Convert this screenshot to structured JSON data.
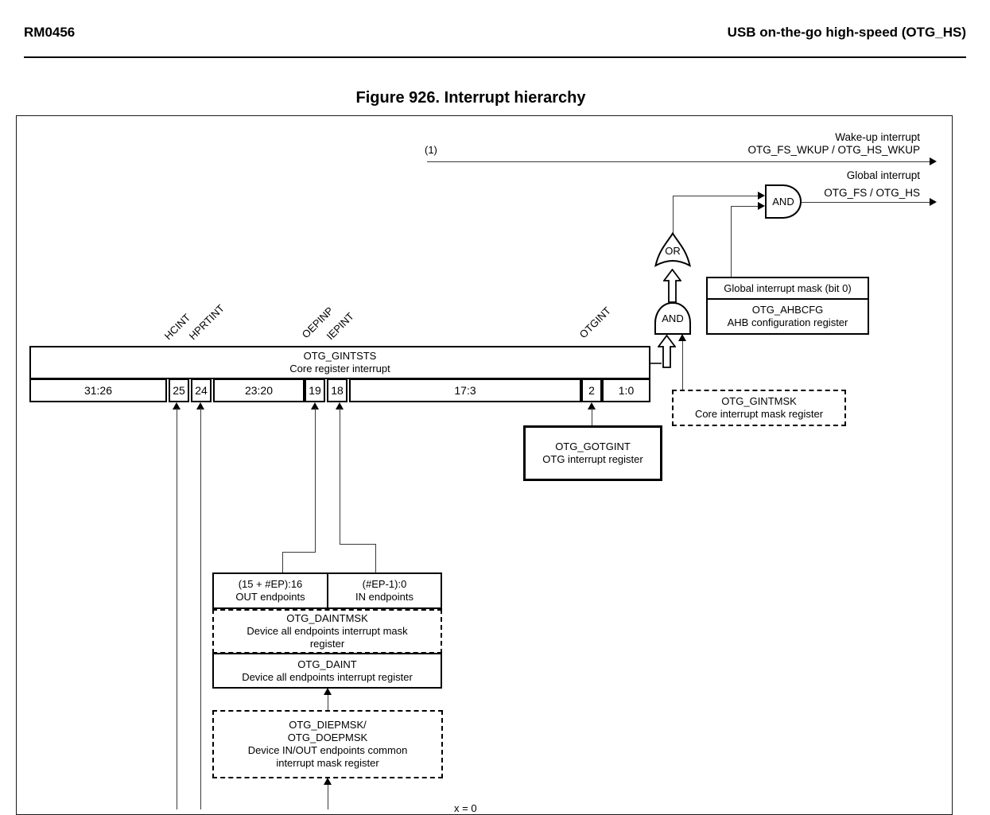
{
  "page": {
    "header_left": "RM0456",
    "header_right": "USB on-the-go high-speed (OTG_HS)",
    "figure_title": "Figure 926. Interrupt hierarchy"
  },
  "diagram": {
    "note_ref": "(1)",
    "wakeup": {
      "line1": "Wake-up interrupt",
      "line2": "OTG_FS_WKUP / OTG_HS_WKUP"
    },
    "global_int": {
      "line1": "Global interrupt",
      "line2": "OTG_FS / OTG_HS"
    },
    "gates": {
      "and_top": "AND",
      "or": "OR",
      "and_lower": "AND"
    },
    "ahbcfg": {
      "mask": "Global interrupt mask (bit 0)",
      "name": "OTG_AHBCFG",
      "desc": "AHB configuration register"
    },
    "gintmsk": {
      "name": "OTG_GINTMSK",
      "desc": "Core interrupt mask register"
    },
    "gintsts": {
      "name": "OTG_GINTSTS",
      "desc": "Core register interrupt",
      "bits": [
        "31:26",
        "25",
        "24",
        "23:20",
        "19",
        "18",
        "17:3",
        "2",
        "1:0"
      ],
      "signals": [
        "HCINT",
        "HPRTINT",
        "OEPINP",
        "IEPINT",
        "OTGINT"
      ]
    },
    "gotgint": {
      "name": "OTG_GOTGINT",
      "desc": "OTG interrupt register"
    },
    "endpoints": {
      "out_bits": "(15 + #EP):16",
      "out_label": "OUT endpoints",
      "in_bits": "(#EP-1):0",
      "in_label": "IN endpoints"
    },
    "daintmsk": {
      "name": "OTG_DAINTMSK",
      "desc1": "Device all endpoints interrupt mask",
      "desc2": "register"
    },
    "daint": {
      "name": "OTG_DAINT",
      "desc": "Device all endpoints interrupt register"
    },
    "diepmsk": {
      "name1": "OTG_DIEPMSK/",
      "name2": "OTG_DOEPMSK",
      "desc1": "Device IN/OUT endpoints common",
      "desc2": "interrupt mask register"
    },
    "bottom_partial": "x = 0"
  }
}
